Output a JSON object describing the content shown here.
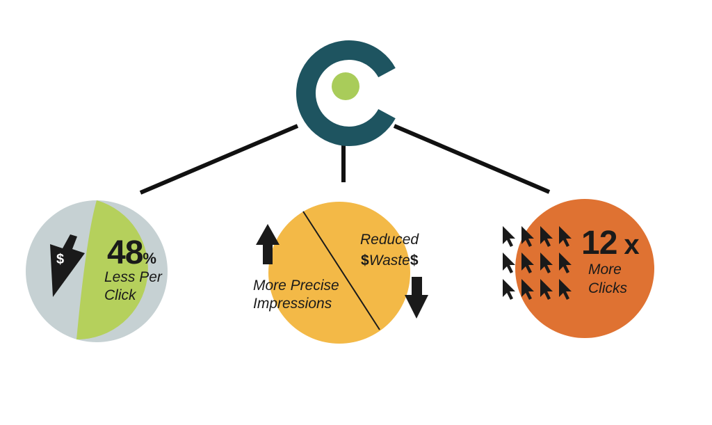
{
  "colors": {
    "logo_teal": "#1e5460",
    "logo_dot": "#a9cc5a",
    "pie_grey": "#c6d1d3",
    "pie_green": "#b5d05c",
    "circle_yellow": "#f3b947",
    "circle_orange": "#df7232",
    "ink": "#1a1a1a"
  },
  "left_pie": {
    "value": "48",
    "unit": "%",
    "label_line1": "Less Per",
    "label_line2": "Click",
    "icon_symbol": "$"
  },
  "middle": {
    "left_line1": "More Precise",
    "left_line2": "Impressions",
    "right_line1": "Reduced",
    "right_dollar_a": "$",
    "right_word": "Waste",
    "right_dollar_b": "$"
  },
  "right_circle": {
    "value": "12",
    "unit": "x",
    "label_line1": "More",
    "label_line2": "Clicks",
    "cursor_count": 12
  }
}
